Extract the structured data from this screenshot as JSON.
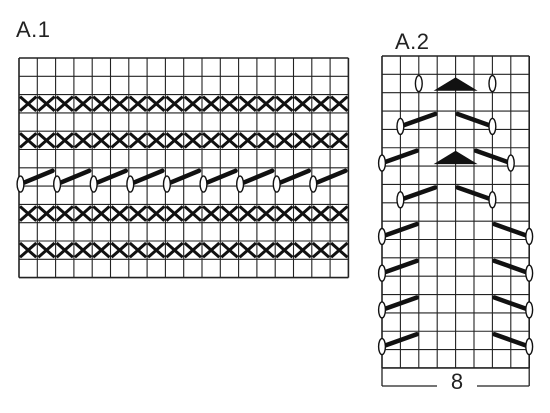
{
  "diagrams": [
    {
      "id": "A.1",
      "label": "A.1",
      "columns": 18,
      "rows": 12,
      "rows_top_to_bottom": [
        "blank",
        "blank",
        "cross-cable",
        "blank",
        "cross-cable",
        "blank",
        "slip-stitch-row",
        "blank",
        "cross-cable",
        "blank",
        "cross-cable",
        "blank"
      ]
    },
    {
      "id": "A.2",
      "label": "A.2",
      "columns": 8,
      "rows": 17,
      "stitch_count": "8",
      "symbols": [
        "filled-triangle",
        "slanted-bar-with-loop"
      ]
    }
  ],
  "colors": {
    "grid": "#222222",
    "symbol": "#111111",
    "background": "#ffffff"
  }
}
